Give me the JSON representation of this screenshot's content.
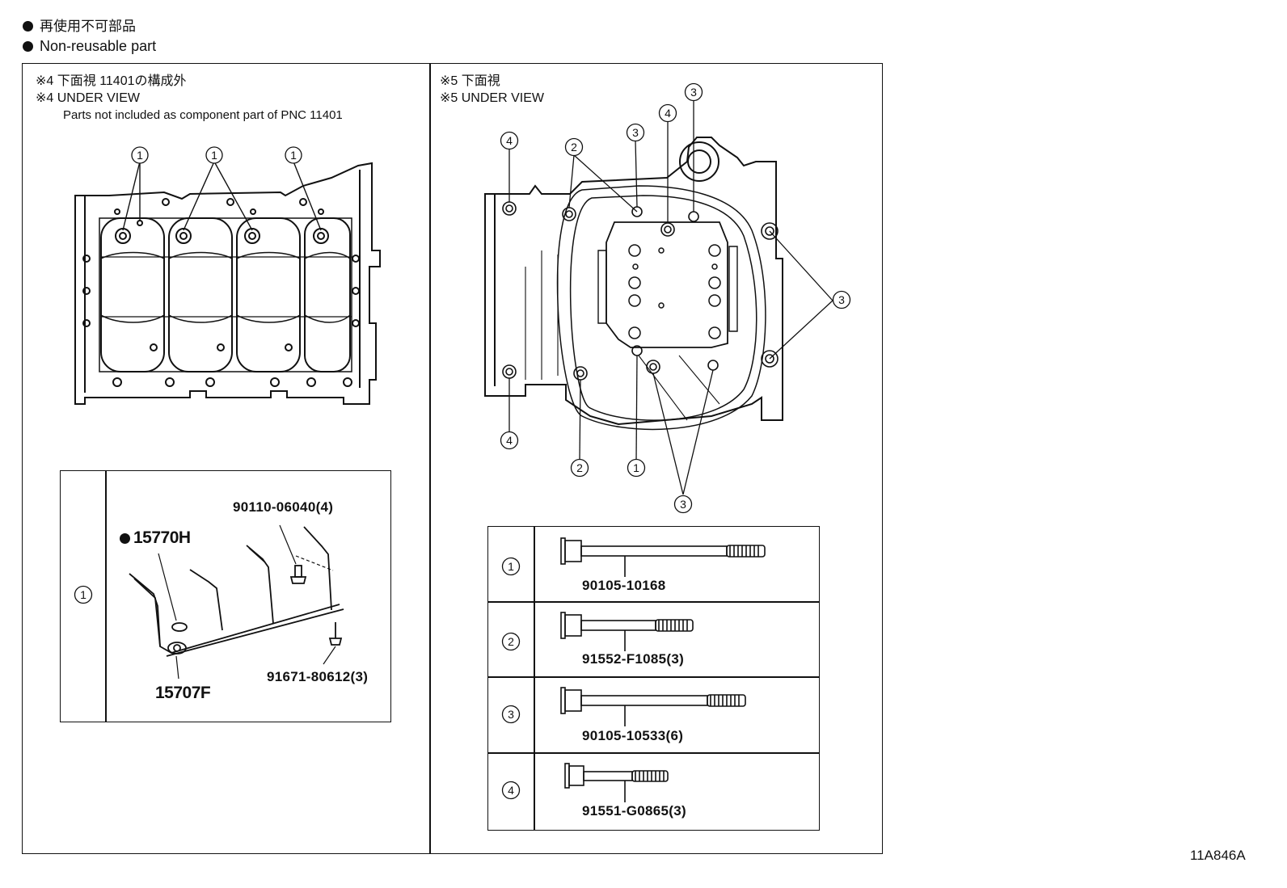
{
  "legend": {
    "jp": "再使用不可部品",
    "en": "Non-reusable part"
  },
  "left_view": {
    "title_jp": "※4 下面視 11401の構成外",
    "title_en": "※4 UNDER VIEW",
    "note": "Parts not included as component part of PNC 11401",
    "callouts": [
      "1",
      "1",
      "1"
    ]
  },
  "right_view": {
    "title_jp": "※5 下面視",
    "title_en": "※5 UNDER VIEW",
    "callouts": [
      "4",
      "2",
      "3",
      "4",
      "3",
      "3",
      "4",
      "2",
      "1",
      "3"
    ]
  },
  "detail_table": {
    "row_label": "1",
    "parts": {
      "bolt": "90110-06040(4)",
      "gasket": "15770H",
      "tube": "15707F",
      "screw": "91671-80612(3)"
    }
  },
  "bolt_table": {
    "rows": [
      {
        "label": "1",
        "part": "90105-10168"
      },
      {
        "label": "2",
        "part": "91552-F1085(3)"
      },
      {
        "label": "3",
        "part": "90105-10533(6)"
      },
      {
        "label": "4",
        "part": "91551-G0865(3)"
      }
    ]
  },
  "diagram_code": "11A846A"
}
